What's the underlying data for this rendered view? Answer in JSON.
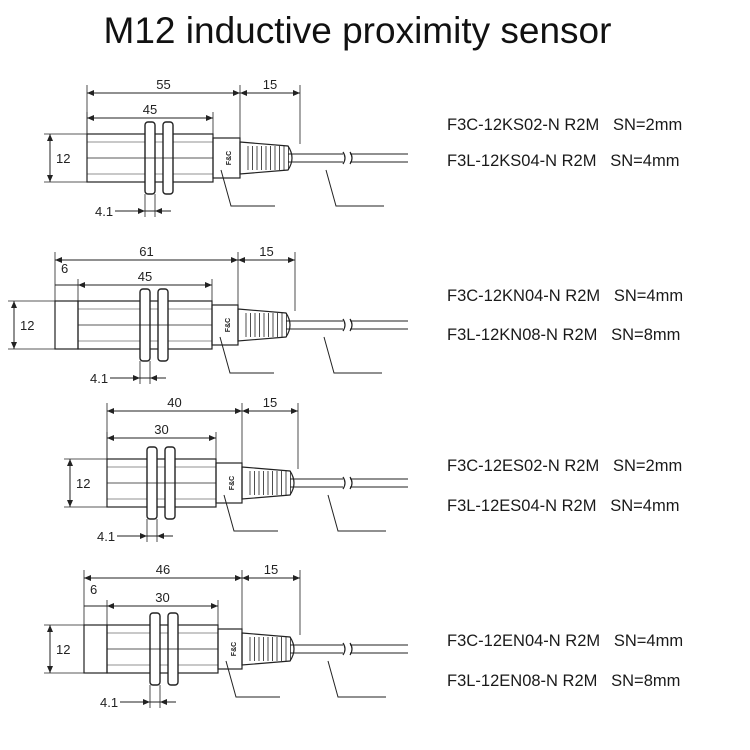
{
  "title": "M12 inductive proximity sensor",
  "brand_mark": "F&C",
  "panels": [
    {
      "dims": {
        "total": "55",
        "thread": "45",
        "cable": "15",
        "dia": "12",
        "nut": "4.1",
        "tip": ""
      },
      "models": [
        {
          "text": "F3C-12KS02-N R2M   SN=2mm"
        },
        {
          "text": "F3L-12KS04-N R2M   SN=4mm"
        }
      ]
    },
    {
      "dims": {
        "total": "61",
        "thread": "45",
        "cable": "15",
        "dia": "12",
        "nut": "4.1",
        "tip": "6"
      },
      "models": [
        {
          "text": "F3C-12KN04-N R2M   SN=4mm"
        },
        {
          "text": "F3L-12KN08-N R2M   SN=8mm"
        }
      ]
    },
    {
      "dims": {
        "total": "40",
        "thread": "30",
        "cable": "15",
        "dia": "12",
        "nut": "4.1",
        "tip": ""
      },
      "models": [
        {
          "text": "F3C-12ES02-N R2M   SN=2mm"
        },
        {
          "text": "F3L-12ES04-N R2M   SN=4mm"
        }
      ]
    },
    {
      "dims": {
        "total": "46",
        "thread": "30",
        "cable": "15",
        "dia": "12",
        "nut": "4.1",
        "tip": "6"
      },
      "models": [
        {
          "text": "F3C-12EN04-N R2M   SN=4mm"
        },
        {
          "text": "F3L-12EN08-N R2M   SN=8mm"
        }
      ]
    }
  ]
}
